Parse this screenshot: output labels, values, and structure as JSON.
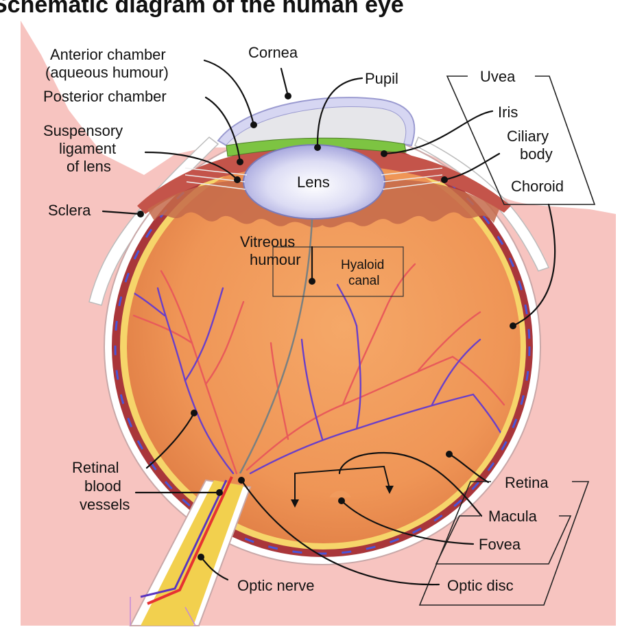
{
  "title": "Schematic diagram of the human eye",
  "labels": {
    "anterior_chamber_1": "Anterior chamber",
    "anterior_chamber_2": "(aqueous humour)",
    "posterior_chamber": "Posterior chamber",
    "suspensory_1": "Suspensory",
    "suspensory_2": "ligament",
    "suspensory_3": "of lens",
    "sclera": "Sclera",
    "cornea": "Cornea",
    "pupil": "Pupil",
    "uvea": "Uvea",
    "iris": "Iris",
    "ciliary_1": "Ciliary",
    "ciliary_2": "body",
    "choroid": "Choroid",
    "lens": "Lens",
    "vitreous_1": "Vitreous",
    "vitreous_2": "humour",
    "hyaloid_1": "Hyaloid",
    "hyaloid_2": "canal",
    "retinal_1": "Retinal",
    "retinal_2": "blood",
    "retinal_3": "vessels",
    "retina": "Retina",
    "macula": "Macula",
    "fovea": "Fovea",
    "optic_nerve": "Optic nerve",
    "optic_disc": "Optic disc"
  },
  "colors": {
    "background_tissue": "#f7c4c0",
    "sclera": "#ffffff",
    "choroid": "#a9363a",
    "retina": "#f6d56a",
    "vitreous": "#f09a5c",
    "cornea": "#c8c8f0",
    "iris": "#7dc442",
    "ciliary": "#b8494a",
    "artery": "#e64545",
    "vein": "#6a3fc9",
    "nerve": "#f2d04e"
  }
}
